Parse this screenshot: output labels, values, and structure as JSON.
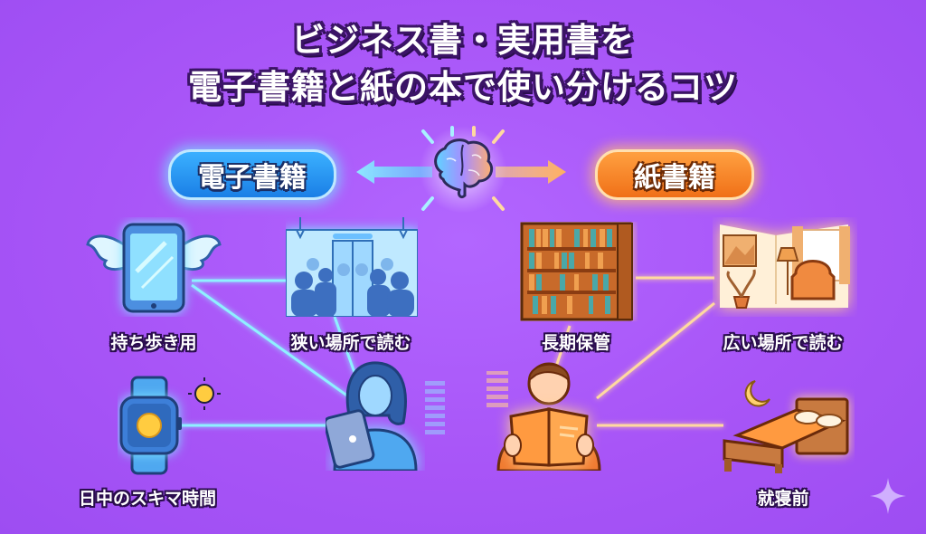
{
  "title": {
    "line1": "ビジネス書・実用書を",
    "line2": "電子書籍と紙の本で使い分けるコツ"
  },
  "center": {
    "icon": "brain-icon",
    "left_arrow": "arrow-left-icon",
    "right_arrow": "arrow-right-icon"
  },
  "ebook": {
    "heading": "電子書籍",
    "color": "#1a7fe6",
    "glow": "#7fe3ff",
    "hub_icon": "woman-with-tablet-icon",
    "items": [
      {
        "label": "持ち歩き用",
        "icon": "tablet-with-wings-icon"
      },
      {
        "label": "狭い場所で読む",
        "icon": "crowded-train-icon"
      },
      {
        "label": "日中のスキマ時間",
        "icon": "smartwatch-sun-icon"
      }
    ]
  },
  "paper": {
    "heading": "紙書籍",
    "color": "#f07018",
    "glow": "#ffd08a",
    "hub_icon": "man-reading-book-icon",
    "items": [
      {
        "label": "長期保管",
        "icon": "bookshelf-icon"
      },
      {
        "label": "広い場所で読む",
        "icon": "living-room-armchair-icon"
      },
      {
        "label": "就寝前",
        "icon": "bed-moon-icon"
      }
    ]
  },
  "decor": {
    "corner_icon": "sparkle-icon"
  },
  "background_color": "#a855f7"
}
